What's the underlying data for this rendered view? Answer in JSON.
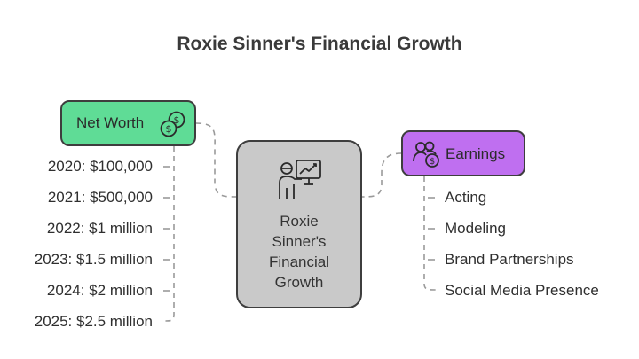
{
  "title": "Roxie Sinner's Financial Growth",
  "center": {
    "lines": [
      "Roxie",
      "Sinner's",
      "Financial",
      "Growth"
    ],
    "icon": "presentation-chart-icon"
  },
  "net_worth": {
    "label": "Net Worth",
    "icon": "coins-icon",
    "color": "#5fdc96",
    "items": [
      "2020: $100,000",
      "2021: $500,000",
      "2022: $1 million",
      "2023: $1.5 million",
      "2024: $2 million",
      "2025: $2.5 million"
    ]
  },
  "earnings": {
    "label": "Earnings",
    "icon": "users-dollar-icon",
    "color": "#bf6ff0",
    "items": [
      "Acting",
      "Modeling",
      "Brand Partnerships",
      "Social Media Presence"
    ]
  },
  "colors": {
    "center_fill": "#c9c9c9",
    "border": "#3e3e3e",
    "connector": "#9a9a9a"
  }
}
